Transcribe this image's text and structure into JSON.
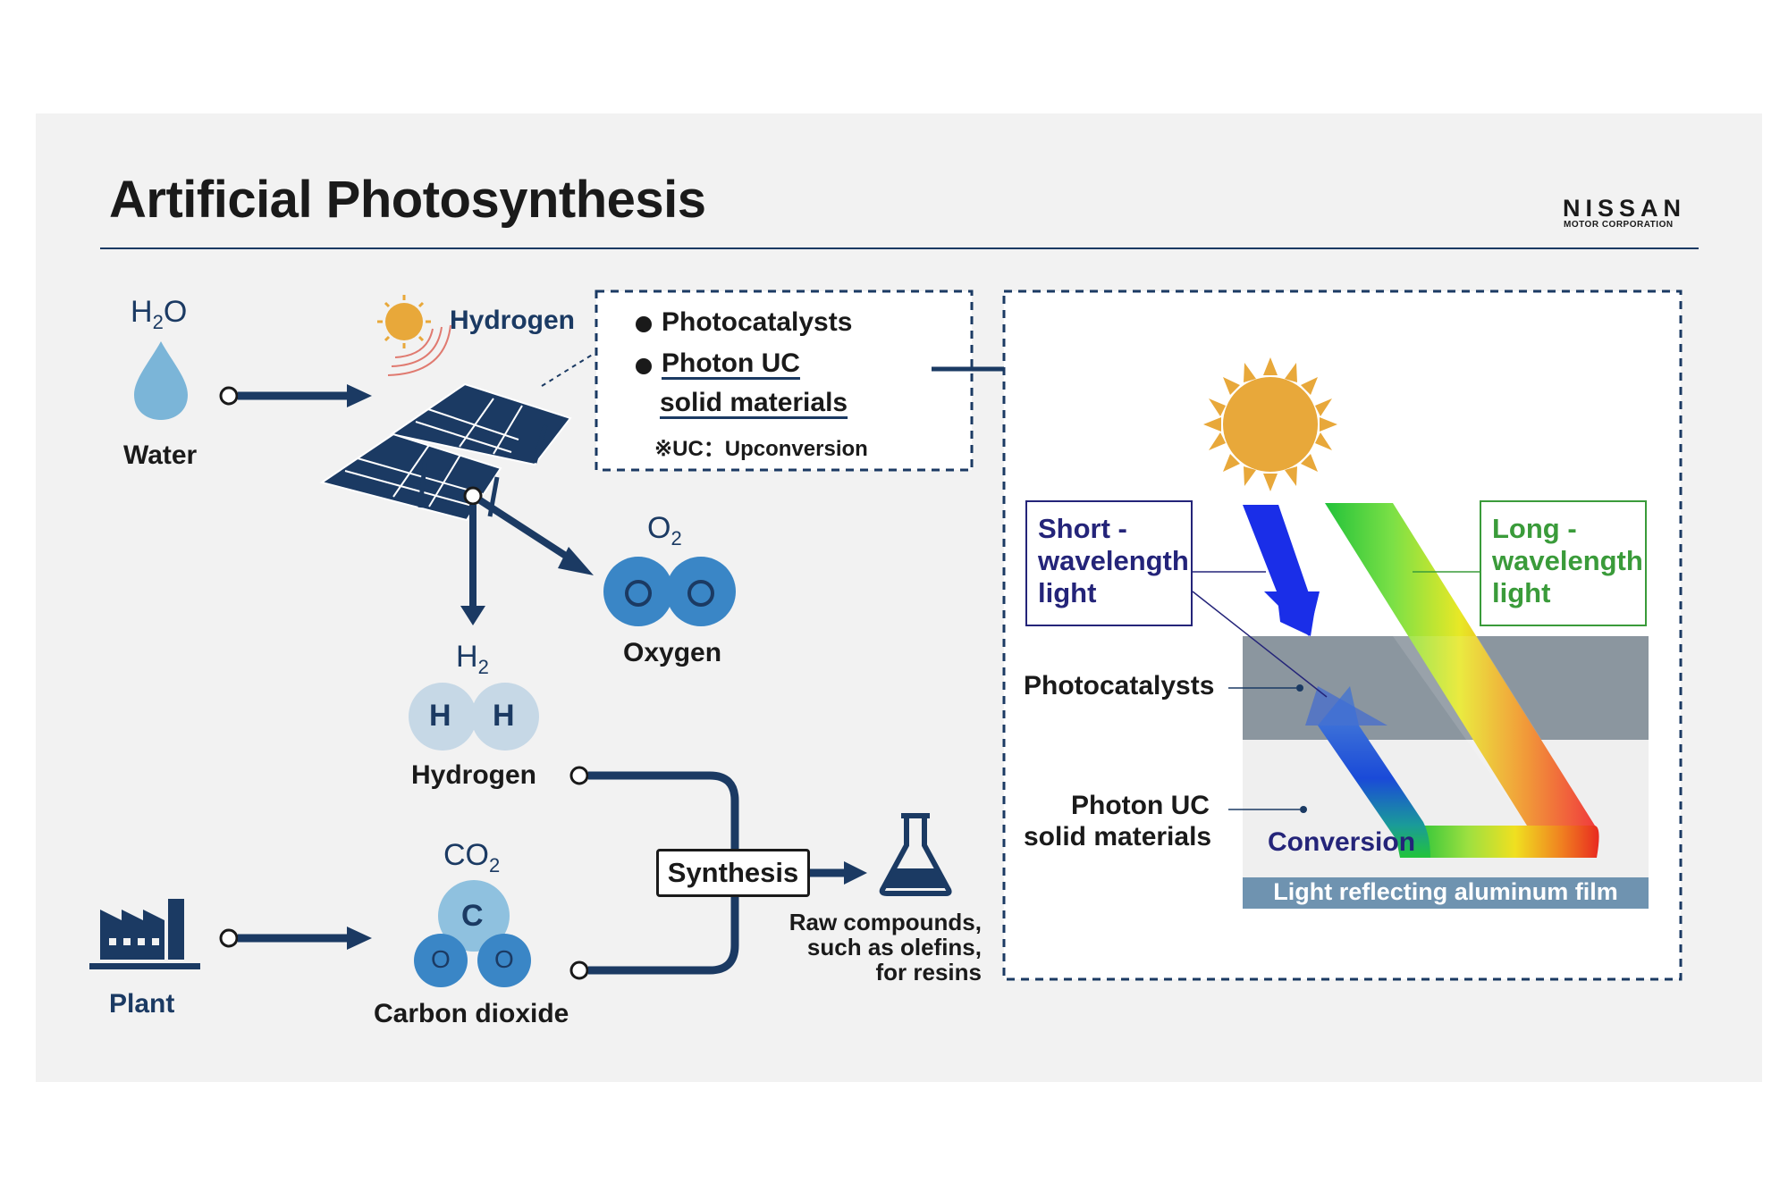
{
  "header": {
    "title": "Artificial Photosynthesis",
    "logo_main": "NISSAN",
    "logo_sub": "MOTOR CORPORATION"
  },
  "water": {
    "formula_main": "H",
    "formula_sub": "2",
    "formula_tail": "O",
    "label": "Water"
  },
  "panel_label": "Hydrogen",
  "materials_box": {
    "items": [
      "Photocatalysts",
      "Photon UC",
      "solid materials"
    ],
    "note": "※UC：Upconversion"
  },
  "oxygen": {
    "formula_main": "O",
    "formula_sub": "2",
    "atoms": [
      "O",
      "O"
    ],
    "label": "Oxygen"
  },
  "hydrogen": {
    "formula_main": "H",
    "formula_sub": "2",
    "atoms": [
      "H",
      "H"
    ],
    "label": "Hydrogen"
  },
  "plant": {
    "label": "Plant"
  },
  "co2": {
    "formula_main": "CO",
    "formula_sub": "2",
    "atoms": [
      "C",
      "O",
      "O"
    ],
    "label": "Carbon dioxide"
  },
  "synthesis": {
    "label": "Synthesis"
  },
  "output": {
    "line1": "Raw compounds,",
    "line2": "such as olefins,",
    "line3": "for resins"
  },
  "detail": {
    "short_label": "Short - wavelength light",
    "long_label": "Long - wavelength light",
    "photocatalysts_label": "Photocatalysts",
    "photon_uc_line1": "Photon UC",
    "photon_uc_line2": "solid materials",
    "conversion_label": "Conversion",
    "film_label": "Light reflecting aluminum film"
  },
  "colors": {
    "navy": "#1b3a63",
    "sun": "#e8a83a",
    "water": "#7bb5d8",
    "oxygen": "#3a86c6",
    "hydrogen": "#c6d8e6",
    "carbon": "#8fc1df",
    "short_wave": "#242479",
    "long_wave": "#3a9b3a",
    "photocatalyst_layer": "#8b969f",
    "film": "#6f93b0"
  }
}
